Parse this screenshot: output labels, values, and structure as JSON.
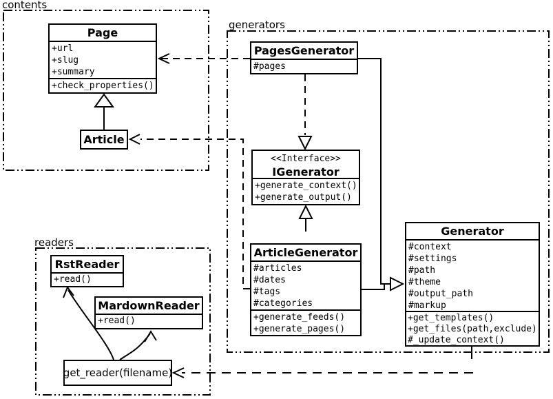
{
  "colors": {
    "line": "#000000",
    "background": "#ffffff"
  },
  "packages": {
    "contents": {
      "label": "contents"
    },
    "generators": {
      "label": "generators"
    },
    "readers": {
      "label": "readers"
    }
  },
  "classes": {
    "page": {
      "title": "Page",
      "attributes": [
        "+url",
        "+slug",
        "+summary"
      ],
      "methods": [
        "+check_properties()"
      ]
    },
    "article": {
      "title": "Article"
    },
    "pages_generator": {
      "title": "PagesGenerator",
      "attributes": [
        "#pages"
      ]
    },
    "igenerator": {
      "stereotype": "<<Interface>>",
      "title": "IGenerator",
      "methods": [
        "+generate_context()",
        "+generate_output()"
      ]
    },
    "article_generator": {
      "title": "ArticleGenerator",
      "attributes": [
        "#articles",
        "#dates",
        "#tags",
        "#categories"
      ],
      "methods": [
        "+generate_feeds()",
        "+generate_pages()"
      ]
    },
    "generator": {
      "title": "Generator",
      "attributes": [
        "#context",
        "#settings",
        "#path",
        "#theme",
        "#output_path",
        "#markup"
      ],
      "methods": [
        "+get_templates()",
        "+get_files(path,exclude)",
        "#_update_context()"
      ]
    },
    "rst_reader": {
      "title": "RstReader",
      "methods": [
        "+read()"
      ]
    },
    "mardown_reader": {
      "title": "MardownReader",
      "methods": [
        "+read()"
      ]
    },
    "get_reader": {
      "label": "get_reader(filename)"
    }
  }
}
